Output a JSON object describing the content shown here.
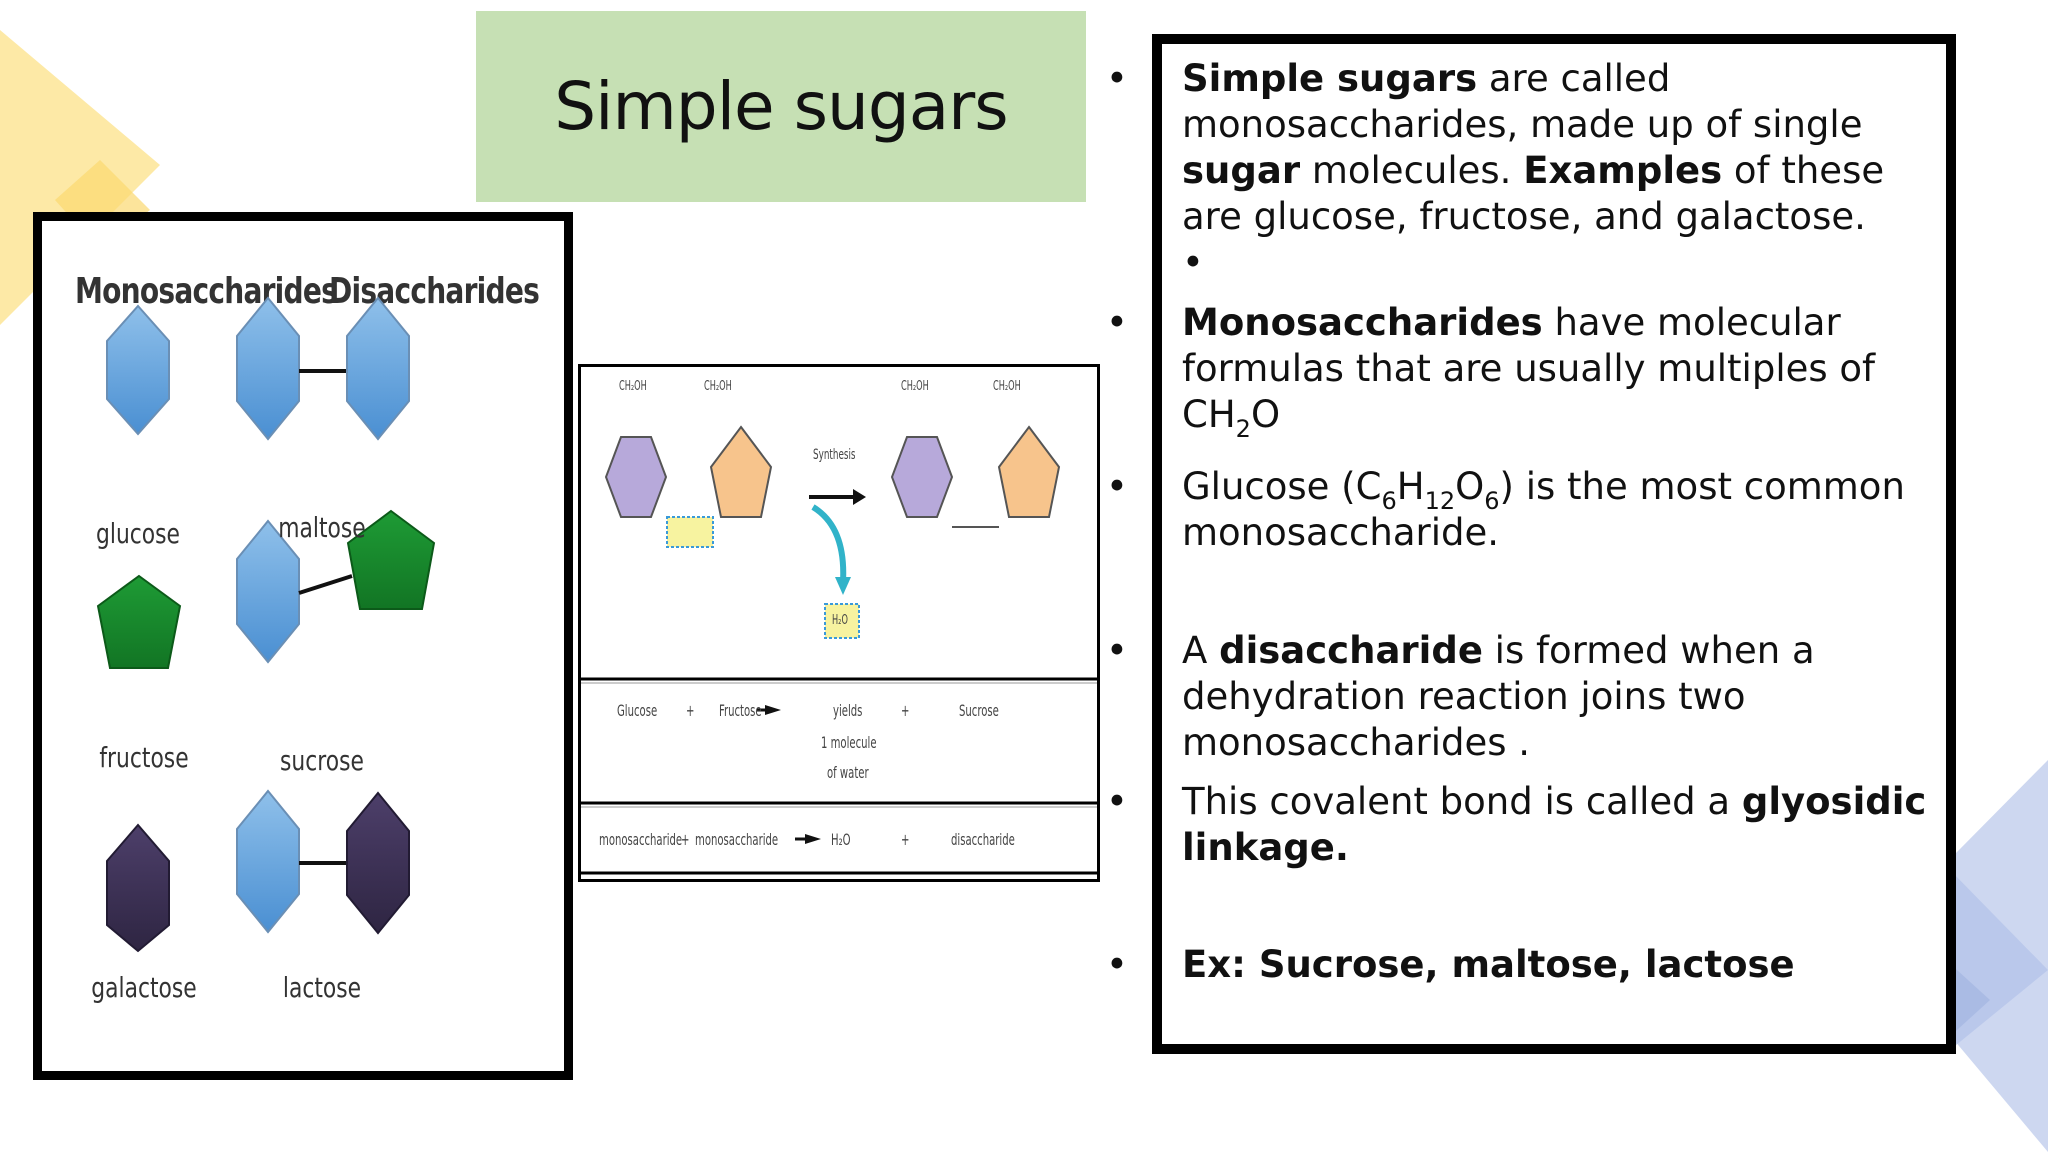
{
  "slide": {
    "title": "Simple sugars"
  },
  "left_panel": {
    "header_mono": "Monosaccharides",
    "header_di": "Disaccharides",
    "labels": [
      "glucose",
      "maltose",
      "fructose",
      "sucrose",
      "galactose",
      "lactose"
    ],
    "colors": {
      "glucose": "#5b9bd5",
      "fructose": "#1f8f2f",
      "galactose": "#3d3155"
    }
  },
  "diagram": {
    "synthesis": "Synthesis",
    "row1": [
      "Glucose",
      "+",
      "Fructose",
      "yields",
      "1 molecule",
      "of water",
      "+",
      "Sucrose"
    ],
    "row2": [
      "monosaccharide",
      "+",
      "monosaccharide",
      "H₂O",
      "+",
      "disaccharide"
    ],
    "water": "H₂O",
    "ch2oh": "CH₂OH"
  },
  "bullets": {
    "b1_bold1": "Simple sugars",
    "b1_t1": " are called monosaccharides, made up of single ",
    "b1_bold2": "sugar",
    "b1_t2": " molecules. ",
    "b1_bold3": "Examples",
    "b1_t3": " of these are glucose, fructose, and galactose.",
    "b2_bullet": "•",
    "b3_bold": "Monosaccharides",
    "b3_t1": " have molecular formulas that are usually multiples of CH",
    "b3_sub": "2",
    "b3_t2": "O",
    "b4_t1": "Glucose (C",
    "b4_s1": "6",
    "b4_t2": "H",
    "b4_s2": "12",
    "b4_t3": "O",
    "b4_s3": "6",
    "b4_t4": ") is the most common monosaccharide.",
    "b5_t1": "A ",
    "b5_bold": "disaccharide",
    "b5_t2": " is formed when a dehydration reaction joins two monosaccharides .",
    "b6_t1": "This covalent bond is called a ",
    "b6_bold": "glyosidic linkage.",
    "b7_bold": "Ex: Sucrose, maltose, lactose"
  }
}
